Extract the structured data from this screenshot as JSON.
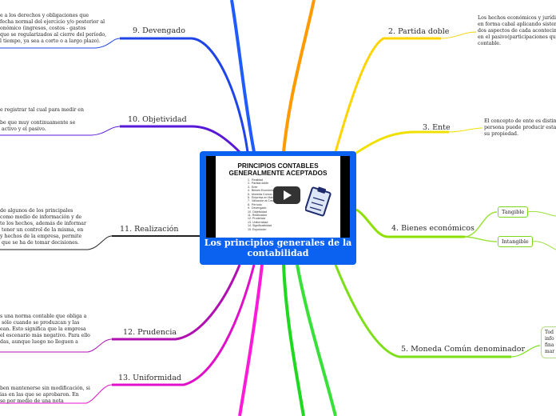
{
  "central": {
    "title": "Los principios generales de la\ncontabilidad",
    "thumbnail_title": "PRINCIPIOS CONTABLES\nGENERALMENTE ACEPTADOS",
    "thumbnail_list": "1.  Realidad\n2.  Partida doble\n3.  Ente\n4.  Bienes Económicos\n5.  Moneda Común\n6.  Empresa en Marcha\n7.  Valuación al Costo\n8.  Período\n9.  Devengado\n10. Objetividad\n11. Realización\n12. Prudencia\n13. Uniformidad\n14. Significatividad\n15. Exposición"
  },
  "branches": {
    "partida_doble": "2. Partida doble",
    "ente": "3. Ente",
    "bienes": "4. Bienes económicos",
    "moneda": "5. Moneda Común denominador",
    "devengado": "9. Devengado",
    "objetividad": "10. Objetividad",
    "realizacion": "11. Realización",
    "prudencia": "12. Prudencia",
    "uniformidad": "13. Uniformidad"
  },
  "sub_nodes": {
    "tangible": "Tangible",
    "intangible": "Intangible"
  },
  "notes": {
    "devengado": "e a los derechos y obligaciones que\nfecha normal del ejercicio y/o posterior al\nonómico (ingresos, costos - gastos\nque se regularizados al cierre del período,\nl tiempo, ya sea a corto o a largo plazo).",
    "objetividad": "e registrar tal cual para medir en\n\nbe que muy continuamente se\n activo y el pasivo.",
    "realizacion": "de algunos de los principales\ncomo medio de información y de\nte los hechos, además de informar\n tener un control de la misma, en\ny hechos de la empresa, permite\n que se ha de tomar decisiones.",
    "prudencia": "s una norma contable que obliga a\n sólo cuando se produzcan y las\nean. Esto significa que la empresa\nel escenario más negativo. Para ello\ndas, aunque luego no lleguen a",
    "uniformidad": "ben mantenerse sin modificación, si\nias en las que se aprobaron. En\nse por medio de una nota",
    "partida_doble": "Los hechos económicos y jurídicos\nen forma cabal aplicando sistemas\ndos aspectos de cada acontecimien\nen el pasivo(participaciones que da\ncontable.",
    "ente": "El concepto de ente es distinto d\npersona puede producir estados\nsu propiedad.",
    "moneda": "Tod\ninfo\nfina\nmar"
  }
}
